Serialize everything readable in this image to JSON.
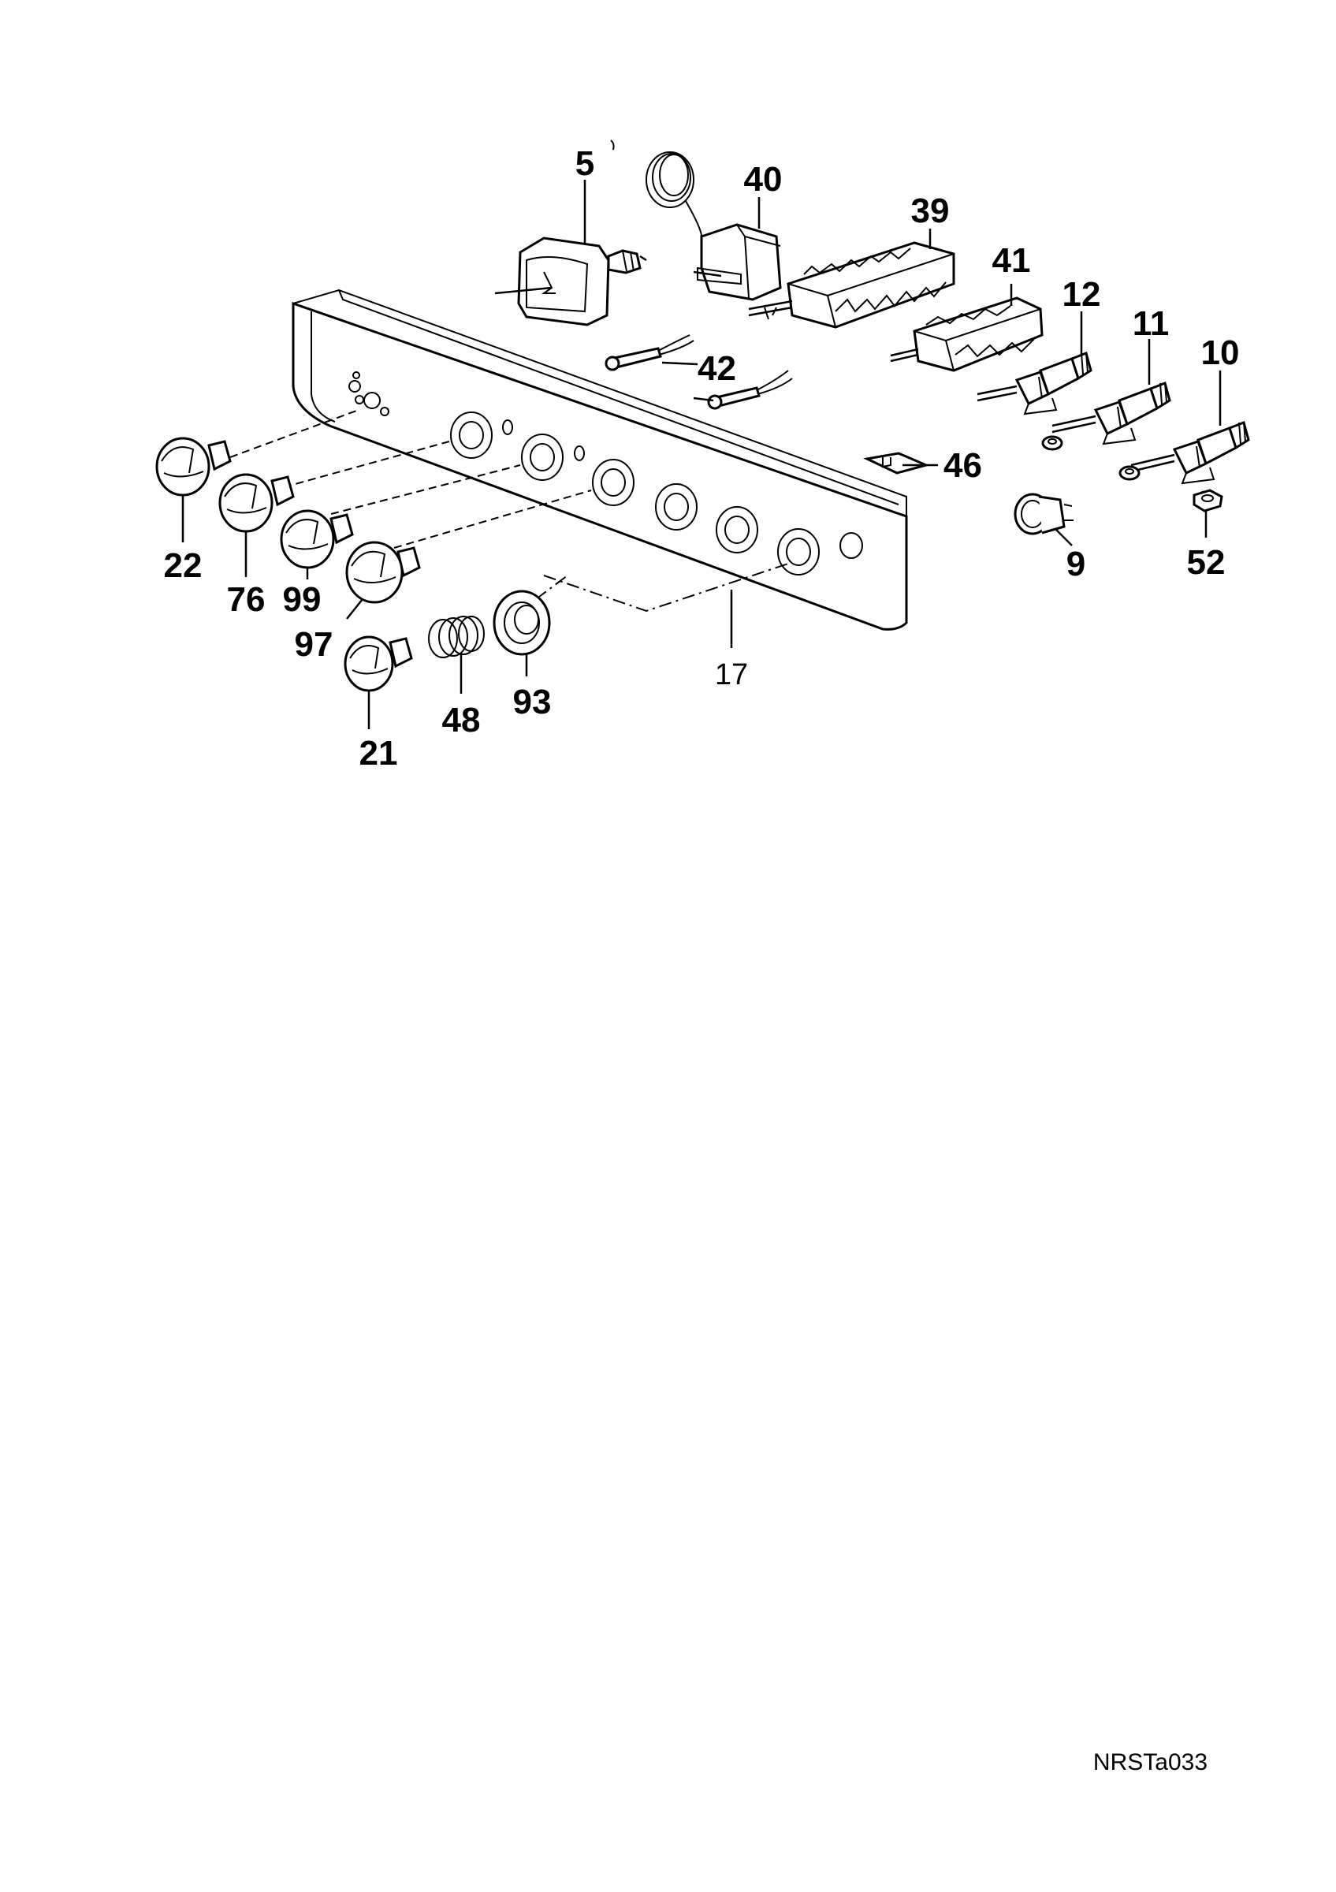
{
  "diagram": {
    "callouts": [
      "5",
      "40",
      "39",
      "41",
      "12",
      "11",
      "10",
      "42",
      "46",
      "9",
      "52",
      "22",
      "76",
      "99",
      "97",
      "17",
      "21",
      "48",
      "93"
    ],
    "drawing_reference": "NRSTa033"
  }
}
